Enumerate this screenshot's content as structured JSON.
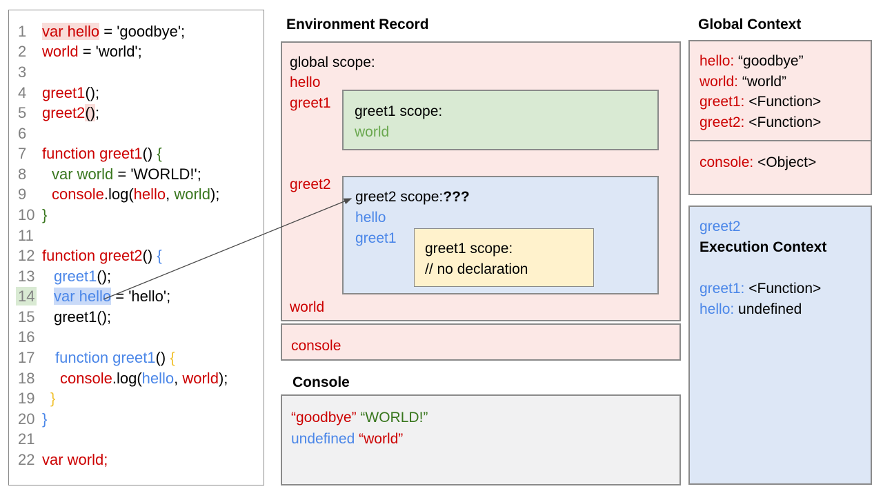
{
  "colors": {
    "red_text": "#cc0000",
    "green_text": "#38761d",
    "light_green_text": "#6aa84f",
    "blue_text": "#4a86e8",
    "yellow_brace": "#f1c232",
    "pink_bg": "#fce8e6",
    "green_bg": "#d9ead3",
    "blue_bg": "#dde7f6",
    "yellow_bg": "#fff2cc",
    "console_bg": "#f1f1f2"
  },
  "code": {
    "lines": [
      {
        "n": "1",
        "seg": [
          [
            "var hello",
            "red",
            "hlp"
          ],
          [
            " = 'goodbye';",
            "blk"
          ]
        ]
      },
      {
        "n": "2",
        "seg": [
          [
            "world",
            "red"
          ],
          [
            " = 'world';",
            "blk"
          ]
        ]
      },
      {
        "n": "3",
        "seg": []
      },
      {
        "n": "4",
        "seg": [
          [
            "greet1",
            "red"
          ],
          [
            "();",
            "blk"
          ]
        ]
      },
      {
        "n": "5",
        "seg": [
          [
            "greet2",
            "red"
          ],
          [
            "()",
            "blk",
            "hlp"
          ],
          [
            ";",
            "blk"
          ]
        ]
      },
      {
        "n": "6",
        "seg": []
      },
      {
        "n": "7",
        "seg": [
          [
            "function greet1",
            "red"
          ],
          [
            "() ",
            "blk"
          ],
          [
            "{",
            "grn"
          ]
        ]
      },
      {
        "n": "8",
        "ind": 14,
        "seg": [
          [
            "var world",
            "grn"
          ],
          [
            " = 'WORLD!';",
            "blk"
          ]
        ]
      },
      {
        "n": "9",
        "ind": 14,
        "seg": [
          [
            "console",
            "red"
          ],
          [
            ".log(",
            "blk"
          ],
          [
            "hello",
            "red"
          ],
          [
            ", ",
            "blk"
          ],
          [
            "world",
            "grn"
          ],
          [
            ");",
            "blk"
          ]
        ]
      },
      {
        "n": "10",
        "seg": [
          [
            "}",
            "grn"
          ]
        ]
      },
      {
        "n": "11",
        "seg": []
      },
      {
        "n": "12",
        "seg": [
          [
            "function greet2",
            "red"
          ],
          [
            "() ",
            "blk"
          ],
          [
            "{",
            "blu"
          ]
        ]
      },
      {
        "n": "13",
        "ind": 17,
        "seg": [
          [
            "greet1",
            "blu"
          ],
          [
            "();",
            "blk"
          ]
        ]
      },
      {
        "n": "14",
        "hl_num": true,
        "ind": 17,
        "seg": [
          [
            "var hello",
            "blu",
            "hlb"
          ],
          [
            " = 'hello';",
            "blk"
          ]
        ]
      },
      {
        "n": "15",
        "ind": 17,
        "seg": [
          [
            "greet1();",
            "blk"
          ]
        ]
      },
      {
        "n": "16",
        "seg": []
      },
      {
        "n": "17",
        "ind": 19,
        "seg": [
          [
            "function greet1",
            "blu"
          ],
          [
            "() ",
            "blk"
          ],
          [
            "{",
            "yel"
          ]
        ]
      },
      {
        "n": "18",
        "ind": 26,
        "seg": [
          [
            "console",
            "red"
          ],
          [
            ".log(",
            "blk"
          ],
          [
            "hello",
            "blu"
          ],
          [
            ", ",
            "blk"
          ],
          [
            "world",
            "red"
          ],
          [
            ");",
            "blk"
          ]
        ]
      },
      {
        "n": "19",
        "ind": 12,
        "seg": [
          [
            "}",
            "yel"
          ]
        ]
      },
      {
        "n": "20",
        "seg": [
          [
            "}",
            "blu"
          ]
        ]
      },
      {
        "n": "21",
        "seg": []
      },
      {
        "n": "22",
        "seg": [
          [
            "var world;",
            "red"
          ]
        ]
      }
    ]
  },
  "env_record": {
    "title": "Environment Record",
    "global_scope": {
      "heading": "global scope:",
      "var_hello": "hello",
      "var_greet1": "greet1",
      "var_greet2": "greet2",
      "var_world": "world"
    },
    "greet1_scope": {
      "heading": "greet1 scope:",
      "var_world": "world"
    },
    "greet2_scope": {
      "heading": "greet2 scope:",
      "question": "???",
      "var_hello": "hello",
      "var_greet1": "greet1"
    },
    "greet1_inner": {
      "heading": "greet1 scope:",
      "comment": "// no declaration"
    },
    "console_label": "console"
  },
  "console_panel": {
    "title": "Console",
    "out1_red": "“goodbye”",
    "out1_green": "“WORLD!”",
    "out2_blue": "undefined",
    "out2_red": "“world”"
  },
  "global_context": {
    "title": "Global Context",
    "entries": [
      {
        "label": "hello:",
        "value": "“goodbye”"
      },
      {
        "label": "world:",
        "value": "“world”"
      },
      {
        "label": "greet1:",
        "value": "<Function>"
      },
      {
        "label": "greet2:",
        "value": "<Function>"
      }
    ],
    "console_entry": {
      "label": "console:",
      "value": "<Object>"
    }
  },
  "execution_context": {
    "fn_name": "greet2",
    "title": "Execution Context",
    "entries": [
      {
        "label": "greet1:",
        "value": "<Function>"
      },
      {
        "label": "hello:",
        "value": "undefined"
      }
    ]
  }
}
